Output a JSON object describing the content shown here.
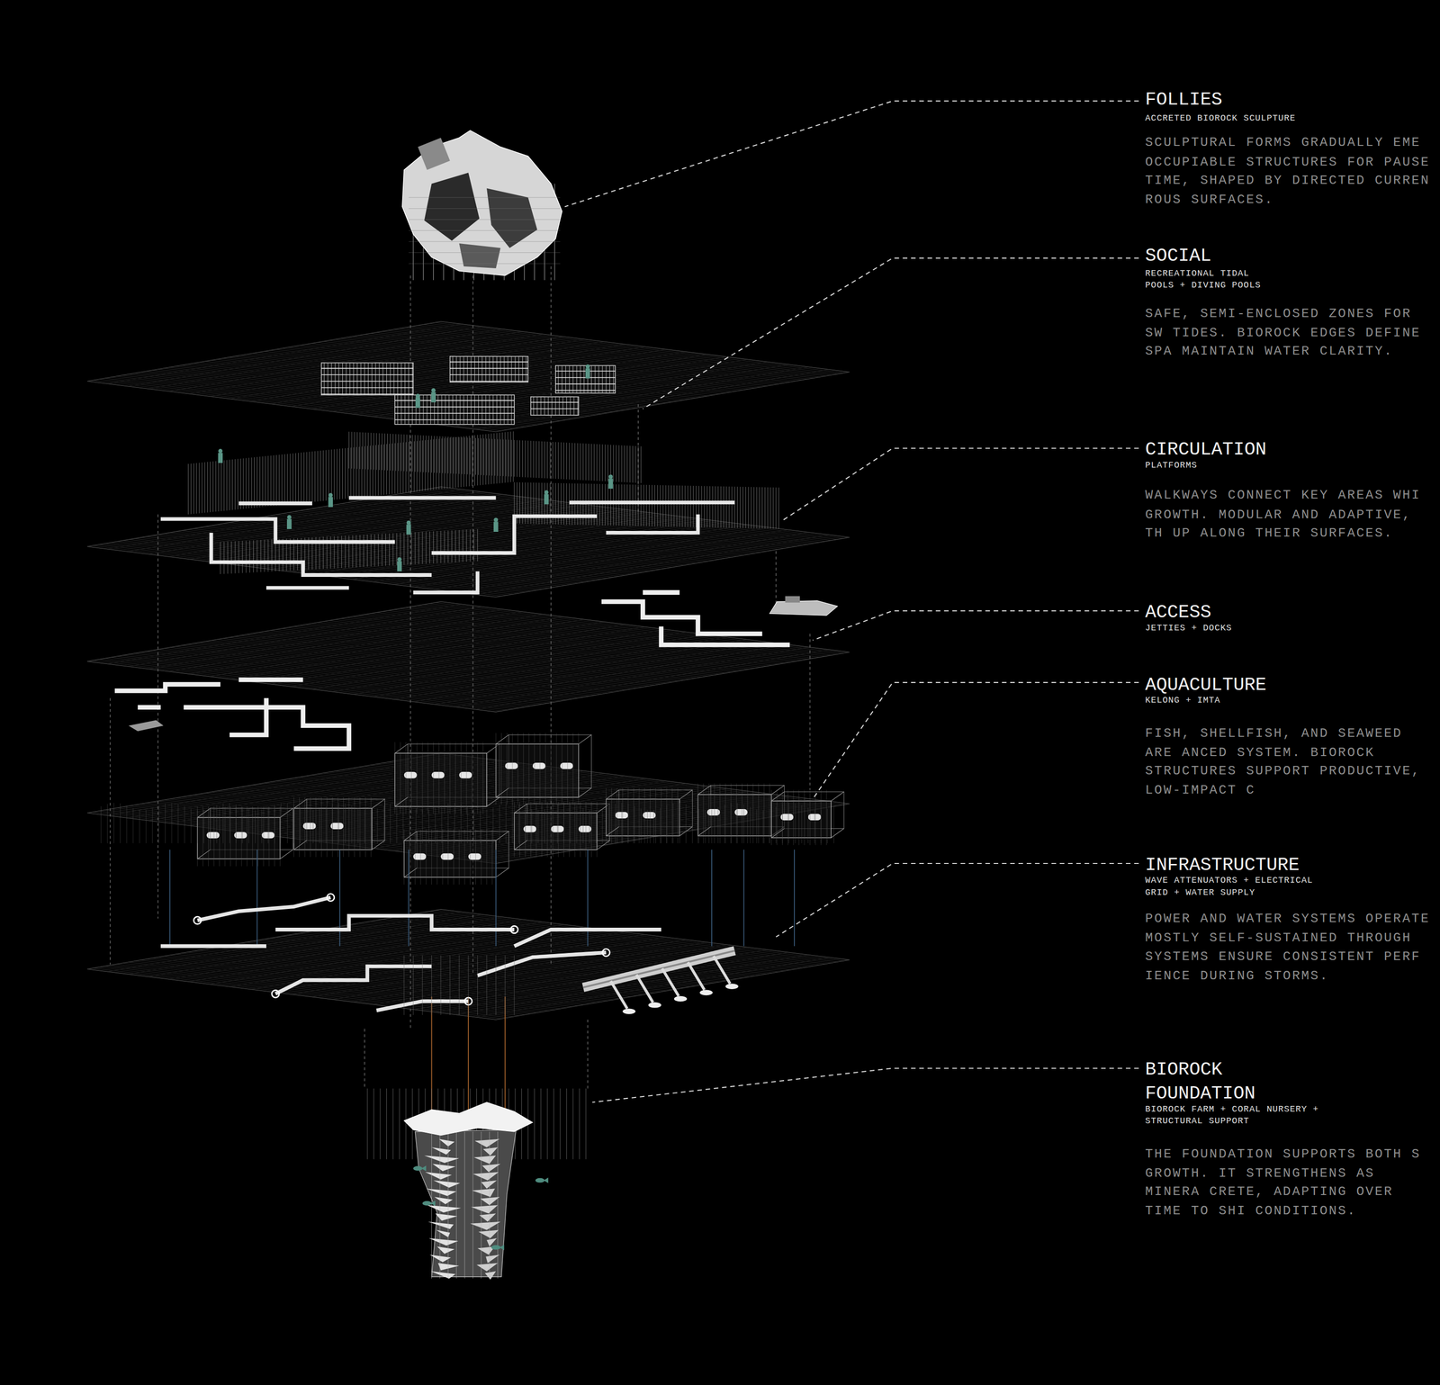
{
  "diagram": {
    "labels": [
      "FOLLIES",
      "ACCRETED BIOROCK SCULPTURE",
      "SCULPTURAL FORMS GRADUALLY EME OCCUPIABLE STRUCTURES FOR PAUSE TIME, SHAPED BY DIRECTED CURREN ROUS SURFACES.",
      "SOCIAL",
      "RECREATIONAL TIDAL POOLS + DIVING POOLS",
      "SAFE, SEMI-ENCLOSED ZONES FOR SW TIDES. BIOROCK EDGES DEFINE SPA MAINTAIN WATER CLARITY.",
      "CIRCULATION",
      "PLATFORMS",
      "WALKWAYS CONNECT KEY AREAS WHI GROWTH. MODULAR AND ADAPTIVE, TH UP ALONG THEIR SURFACES.",
      "ACCESS",
      "JETTIES + DOCKS",
      "AQUACULTURE",
      "KELONG + IMTA",
      "FISH, SHELLFISH, AND SEAWEED ARE ANCED SYSTEM. BIOROCK STRUCTURES SUPPORT PRODUCTIVE, LOW-IMPACT C",
      "INFRASTRUCTURE",
      "WAVE ATTENUATORS + ELECTRICAL GRID + WATER SUPPLY",
      "POWER AND WATER SYSTEMS OPERATE MOSTLY SELF-SUSTAINED THROUGH SYSTEMS ENSURE CONSISTENT PERF IENCE DURING STORMS.",
      "BIOROCK FOUNDATION",
      "BIOROCK FARM + CORAL NURSERY + STRUCTURAL SUPPORT",
      "THE FOUNDATION SUPPORTS BOTH S GROWTH. IT STRENGTHENS AS MINERA CRETE, ADAPTING OVER TIME TO SHI CONDITIONS."
    ]
  }
}
